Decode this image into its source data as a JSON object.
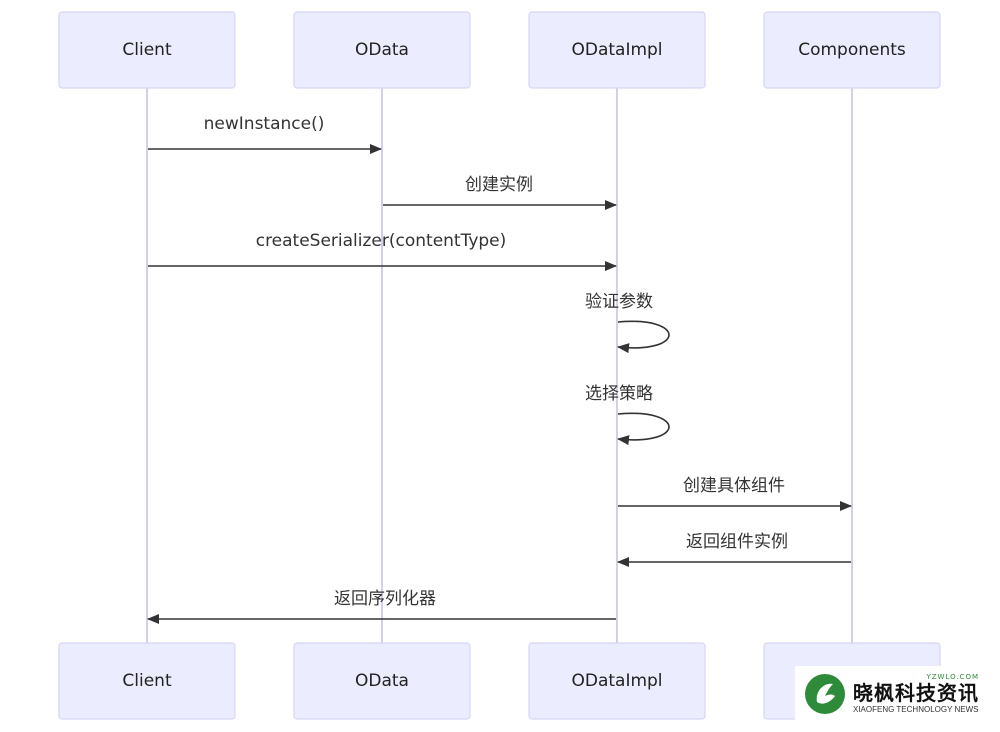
{
  "diagram": {
    "participants": [
      "Client",
      "OData",
      "ODataImpl",
      "Components"
    ],
    "messages": [
      {
        "from": 0,
        "to": 1,
        "label": "newInstance()"
      },
      {
        "from": 1,
        "to": 2,
        "label": "创建实例"
      },
      {
        "from": 0,
        "to": 2,
        "label": "createSerializer(contentType)"
      },
      {
        "from": 2,
        "to": 2,
        "label": "验证参数"
      },
      {
        "from": 2,
        "to": 2,
        "label": "选择策略"
      },
      {
        "from": 2,
        "to": 3,
        "label": "创建具体组件"
      },
      {
        "from": 3,
        "to": 2,
        "label": "返回组件实例"
      },
      {
        "from": 2,
        "to": 0,
        "label": "返回序列化器"
      }
    ]
  },
  "watermark": {
    "domain": "YZWLO.COM",
    "name": "晓枫科技资讯",
    "english": "XIAOFENG TECHNOLOGY NEWS",
    "color": "#2e8b3a"
  }
}
